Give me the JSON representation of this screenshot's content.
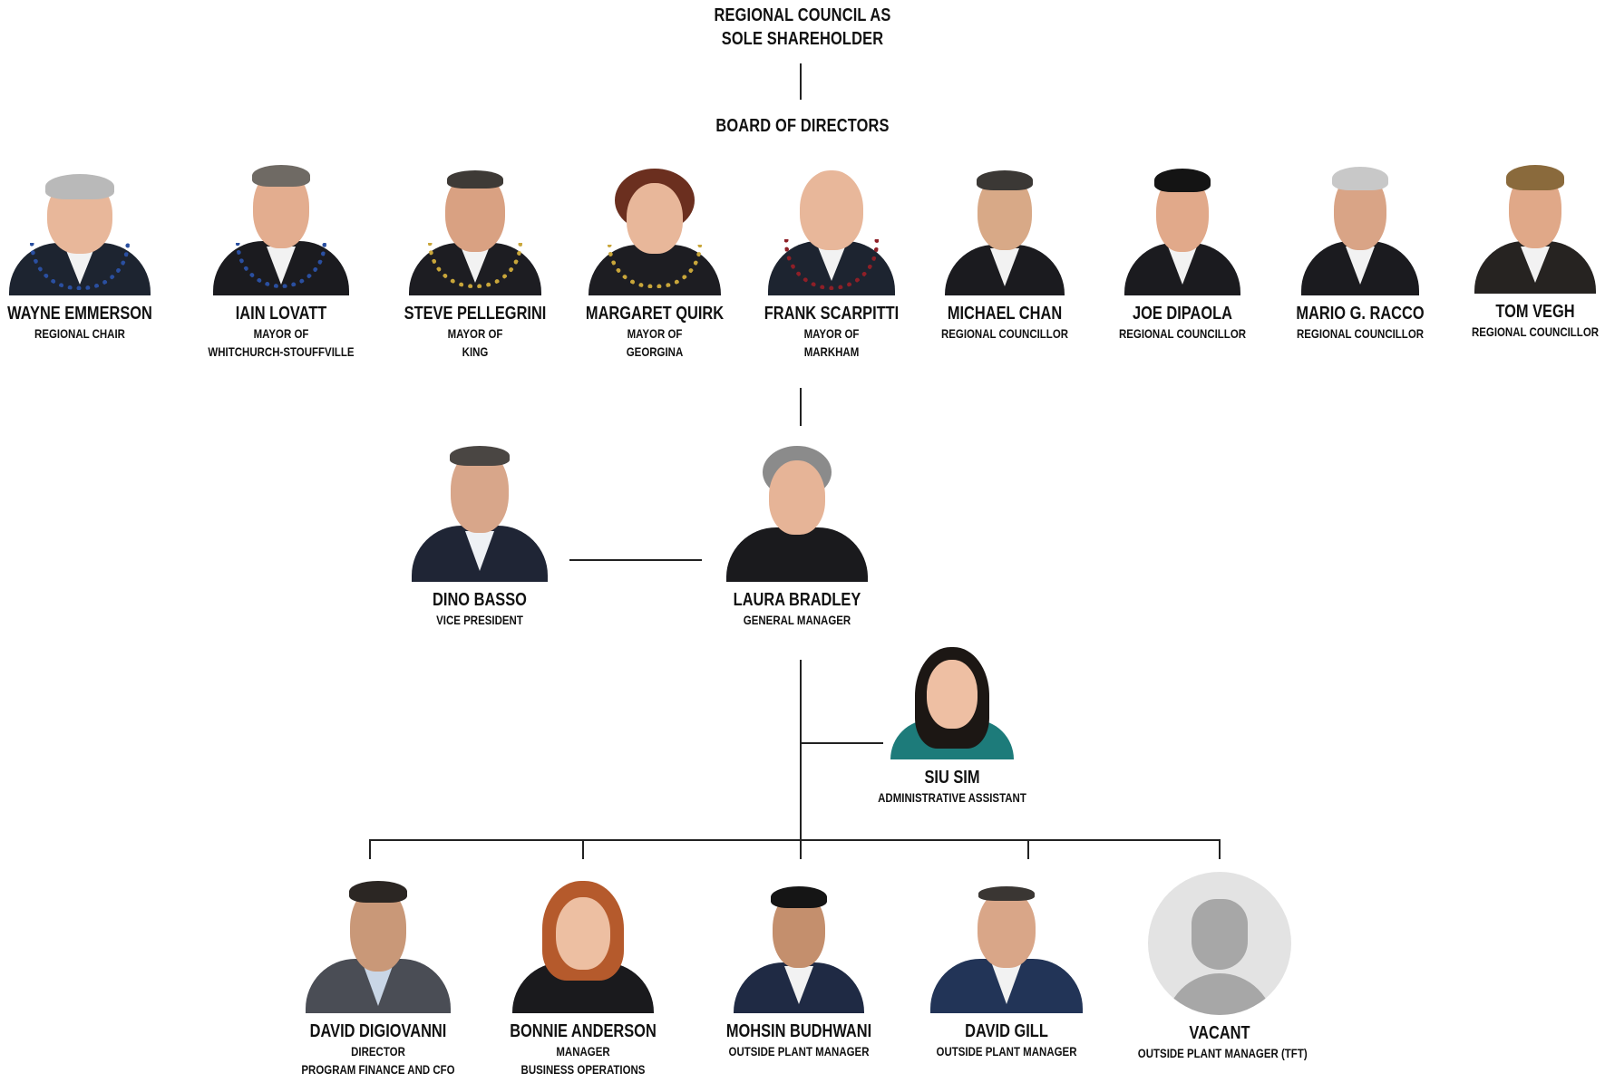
{
  "header": {
    "council_line1": "REGIONAL COUNCIL AS",
    "council_line2": "SOLE SHAREHOLDER",
    "board": "BOARD OF DIRECTORS"
  },
  "board_members": [
    {
      "name": "WAYNE EMMERSON",
      "role_line1": "REGIONAL CHAIR",
      "role_line2": ""
    },
    {
      "name": "IAIN LOVATT",
      "role_line1": "MAYOR OF",
      "role_line2": "WHITCHURCH-STOUFFVILLE"
    },
    {
      "name": "STEVE PELLEGRINI",
      "role_line1": "MAYOR OF",
      "role_line2": "KING"
    },
    {
      "name": "MARGARET QUIRK",
      "role_line1": "MAYOR OF",
      "role_line2": "GEORGINA"
    },
    {
      "name": "FRANK SCARPITTI",
      "role_line1": "MAYOR OF",
      "role_line2": "MARKHAM"
    },
    {
      "name": "MICHAEL CHAN",
      "role_line1": "REGIONAL COUNCILLOR",
      "role_line2": ""
    },
    {
      "name": "JOE DIPAOLA",
      "role_line1": "REGIONAL COUNCILLOR",
      "role_line2": ""
    },
    {
      "name": "MARIO G. RACCO",
      "role_line1": "REGIONAL COUNCILLOR",
      "role_line2": ""
    },
    {
      "name": "TOM VEGH",
      "role_line1": "REGIONAL COUNCILLOR",
      "role_line2": ""
    }
  ],
  "management": [
    {
      "name": "DINO BASSO",
      "role_line1": "VICE PRESIDENT"
    },
    {
      "name": "LAURA BRADLEY",
      "role_line1": "GENERAL MANAGER"
    },
    {
      "name": "SIU SIM",
      "role_line1": "ADMINISTRATIVE ASSISTANT"
    }
  ],
  "staff": [
    {
      "name": "DAVID DIGIOVANNI",
      "role_line1": "DIRECTOR",
      "role_line2": "PROGRAM FINANCE AND CFO"
    },
    {
      "name": "BONNIE ANDERSON",
      "role_line1": "MANAGER",
      "role_line2": "BUSINESS OPERATIONS"
    },
    {
      "name": "MOHSIN BUDHWANI",
      "role_line1": "OUTSIDE PLANT MANAGER",
      "role_line2": ""
    },
    {
      "name": "DAVID GILL",
      "role_line1": "OUTSIDE PLANT MANAGER",
      "role_line2": ""
    },
    {
      "name": "VACANT",
      "role_line1": "OUTSIDE PLANT MANAGER  (TFT)",
      "role_line2": ""
    }
  ],
  "colors": {
    "connector": "#222222",
    "skin": "#e8b79a",
    "suit_dark": "#1d2430",
    "chain_gold": "#c9a63a",
    "vacant_bg": "#e3e3e3",
    "vacant_icon": "#a7a7a7"
  }
}
